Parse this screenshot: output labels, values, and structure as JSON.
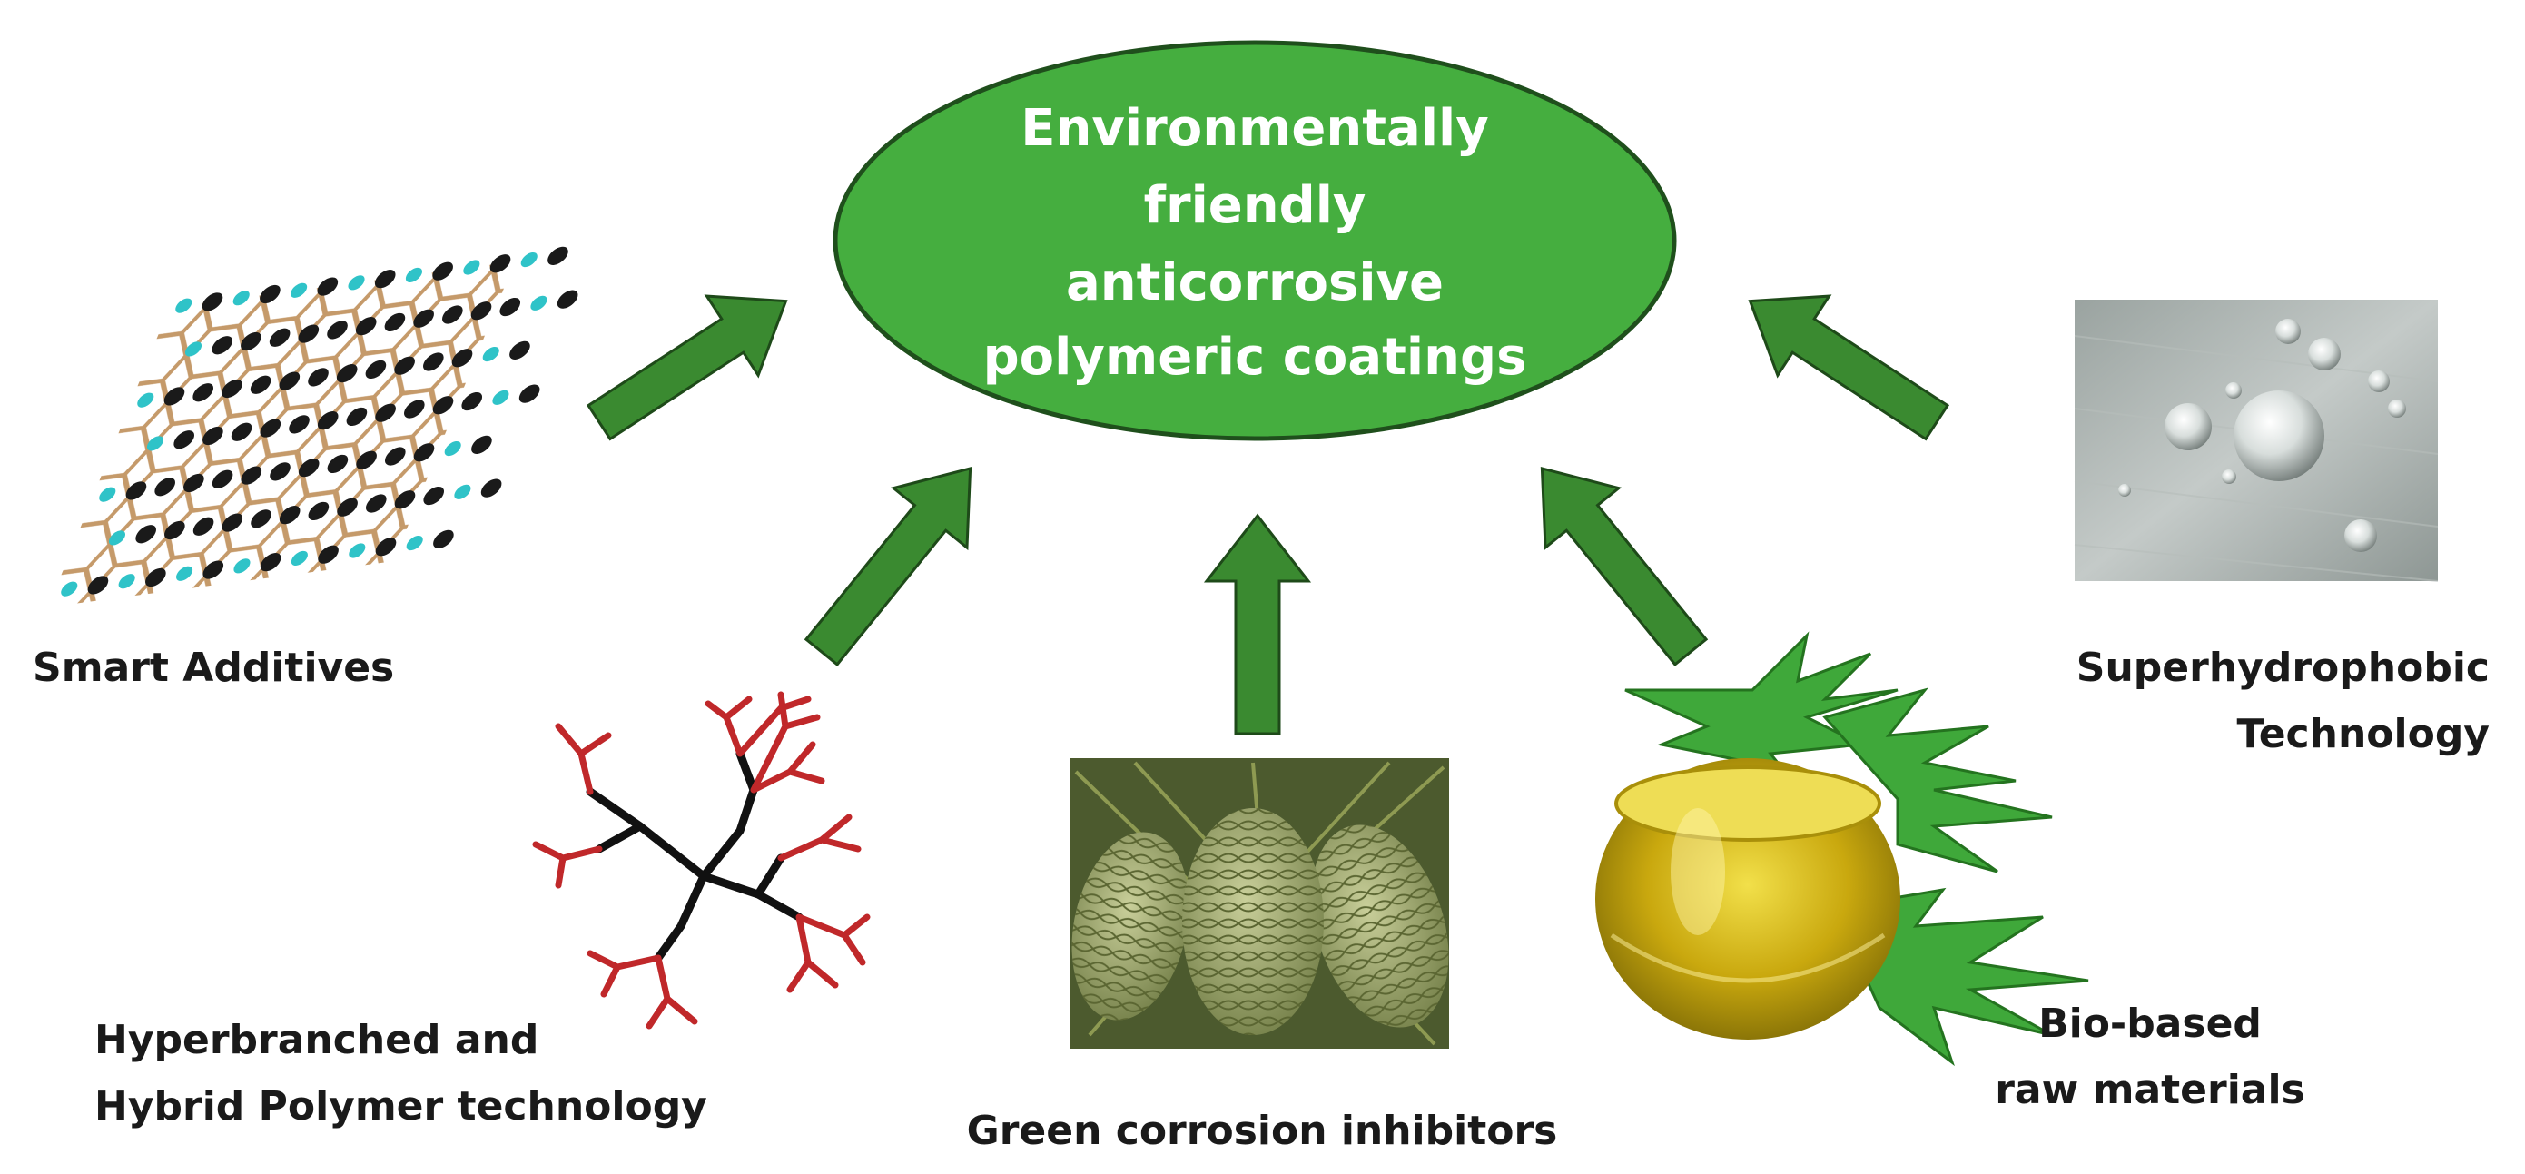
{
  "hub": {
    "lines": [
      "Environmentally",
      "friendly",
      "anticorrosive",
      "polymeric coatings"
    ],
    "fill": "#45ae3f",
    "stroke": "#1f4f1c"
  },
  "arrow_color": "#3a8a30",
  "topics": {
    "smart_additives": {
      "lines": [
        "Smart Additives"
      ],
      "icon": "graphene-lattice-icon"
    },
    "hyperbranched": {
      "lines": [
        "Hyperbranched and",
        "Hybrid Polymer technology"
      ],
      "icon": "hyperbranched-polymer-icon"
    },
    "green_inhibitors": {
      "lines": [
        "Green corrosion inhibitors"
      ],
      "icon": "pine-cone-icon"
    },
    "bio_based": {
      "lines": [
        "Bio-based",
        "raw materials"
      ],
      "icon": "oil-bowl-leaves-icon"
    },
    "superhydrophobic": {
      "lines": [
        "Superhydrophobic",
        "Technology"
      ],
      "icon": "water-droplets-icon"
    }
  }
}
